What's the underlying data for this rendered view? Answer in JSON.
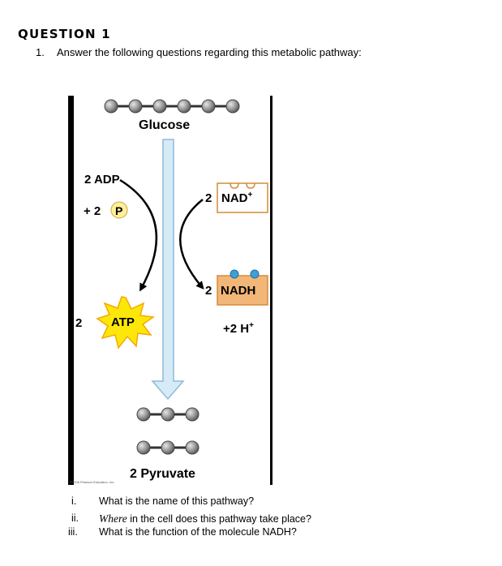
{
  "question": {
    "heading": "QUESTION 1",
    "number": "1.",
    "prompt": "Answer the following questions regarding this metabolic pathway:"
  },
  "diagram": {
    "glucose_label": "Glucose",
    "adp_label": "2 ADP",
    "plus_two": "+ 2",
    "phosphate": "P",
    "atp_count": "2",
    "atp_label": "ATP",
    "nad_count": "2",
    "nad_label": "NAD",
    "nad_sup": "+",
    "nadh_count": "2",
    "nadh_label": "NADH",
    "h_label": "+2 H",
    "h_sup": "+",
    "pyruvate_label": "2 Pyruvate",
    "copyright": "©2008 Pearson Education, Inc."
  },
  "subquestions": [
    {
      "numeral": "i.",
      "text": "What is the name of this pathway?",
      "italic_prefix": ""
    },
    {
      "numeral": "ii.",
      "text": " in the cell does this pathway take place?",
      "italic_prefix": "Where"
    },
    {
      "numeral": "iii.",
      "text": "What is the function of the molecule NADH?",
      "italic_prefix": ""
    }
  ],
  "colors": {
    "molecule_ball": "#8c8c8c",
    "arrow_fill": "#d6ebf7",
    "arrow_stroke": "#8fbad6",
    "atp_star": "#fde70a",
    "atp_star_edge": "#f5a800",
    "nadh_box": "#f2b679",
    "nad_box_border": "#d48c3c",
    "phosphate_fill": "#ffef9a",
    "electron": "#3d9fd8"
  }
}
